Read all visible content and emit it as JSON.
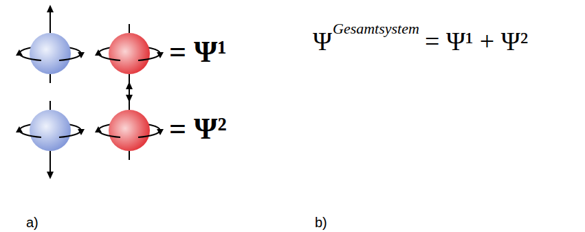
{
  "diagram": {
    "labels": [
      "= Ψ¹",
      "= Ψ²",
      "Ψ",
      "Gesamtsystem",
      "= Ψ¹ + Ψ²",
      "a)",
      "b)"
    ]
  }
}
